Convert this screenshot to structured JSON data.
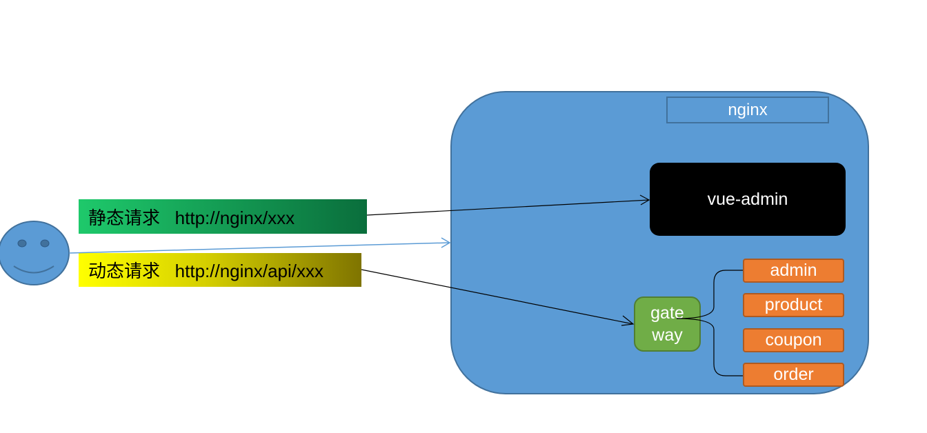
{
  "nginx": {
    "label": "nginx"
  },
  "frontend": {
    "label": "vue-admin"
  },
  "gateway": {
    "line1": "gate",
    "line2": "way"
  },
  "services": [
    {
      "label": "admin"
    },
    {
      "label": "product"
    },
    {
      "label": "coupon"
    },
    {
      "label": "order"
    }
  ],
  "requests": {
    "static": {
      "text": "静态请求   http://nginx/xxx"
    },
    "dynamic": {
      "text": "动态请求   http://nginx/api/xxx"
    }
  },
  "colors": {
    "container": "#5b9bd5",
    "frontend": "#000000",
    "gateway": "#70ad47",
    "service": "#ed7d31",
    "user": "#5b9bd5"
  },
  "icons": {
    "user": "smiley-face-icon"
  }
}
